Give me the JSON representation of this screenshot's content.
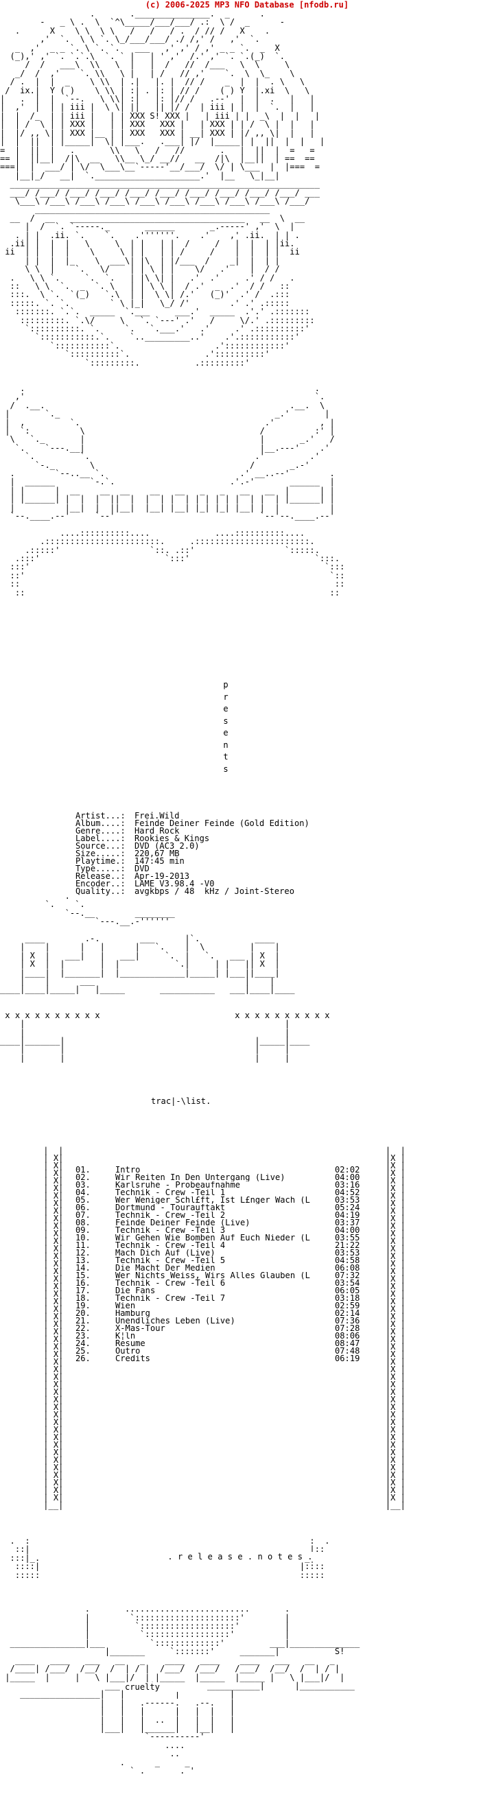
{
  "header": {
    "banner": "(c) 2006-2025 MP3 NFO Database [nfodb.ru]",
    "banner_color": "#cc0000"
  },
  "art": {
    "top": "                  .       ._______________.  _      .\n        -   _ \\ .  \\  `^\\_____/___/___/ .:  \\ /  _      -\n   .      X    \\ \\  \\ \\   /   /   / .  / // /   X    .\n        ,'  `.  \\ \\ `. \\_/___/___/ ./ /,' /   ,'  `.\n   _  ,'  _ _ `. \\ `. `.   ___   ,' ,' / ,' _ _ `.  _  X\n  (_),' ,' `. `.`.\\  `. ` |   | ' ,'  /.' ,' `. `.(_)  `.\n     /  /   ___\\  \\\\   \\  |   |  /   //  /___   \\  \\     \\\n   _/  /  ,'    `. \\\\   \\ |   | /   // ,'    `.  \\  \\_    \\\n  / .  |  |  _    \\ \\\\  | .|   |. |  // /    _  |  |  . \\   \\\n /  ix.|  Y ( )    \\ \\\\ | :| . |: | // /    ( ) Y  |.xi  \\   \\\n|   .  |  |  `--.   \\ \\\\| :|   |: |// /   .--'  |  |  .   |   |\n|  ,'  |  | | iii |  \\ \\| ||   || |/ /  | iii | |  |  `.  |   |\n|  |  /_  | | iii |   | | XXX S! XXX |   | iii | |  _\\  |  |   |\n|  | /  \\ | | XXX |   | | XXX   XXX |   | XXX | | /  \\ |  |   |\n|  |/ ,, \\| | XXX |__ | | XXX   XXX | __| XXX | |/ ,, \\|  |   |\n|  |  ||  | |_____|  \\| |___.   .___| |/  |_____| |  ||  |  |   |\n=  |  ||  |   .       \\\\   \\   /   //       .   |  ||  |  =   =\n== |  ||__|  /|\\  __   \\\\__ \\_/ __//   __  /|\\  |__||  | ==  ==\n===|  |  ___/ | \\/  \\___\\__`-----'__/___/  \\/ | \\___  |  |===  =\n   |__|_/   __|  `._____________________.'  |__   \\_|__|\n  ______________________________________________________________\n  ___/ /___/ /___/ /___/ /___/ /___/ /___/ /___/ /___/ /___/ ___\n   \\___\\ /___\\ /___\\ /___\\ /___\\ /___\\ /___\\ /___\\ /___\\ /___/\n       _______________________________________________\n  __  /  __   ___________________________________   __  \\  __\n     |  /  `. `-----._       ______       _.-----' ,'  \\  |\n   . | |  .ii. `.    `.    .'''''''.    .'    ,' .ii.  | | .\n  .ii| |  |  |   \\     \\  | |   | |  /     /   |  |  | |ii.\n ii  | |  |  |    \\     \\ | |   | | /     /    |  |  | |  ii\n     | |  |  |_    \\  ___\\| |\\  | |/___  /    _|  |  | |\n     \\ \\  |    `.   \\/    | | \\ | |    \\/   .'    |  / /\n  .   \\ \\ `.     `.  `.   | |\\ \\| |   .'  .'     .' / /   .\n  ::   \\ \\  `.  _  `. \\   | | \\ \\ |  / .'  _  .'  / /   ::\n  :::.  \\ `.  `(_)   `.\\  | |  \\ \\| /.'   (_)'  .' /  .:::\n  :::::. `. `.        ` \\ |_|   \\_/ /'        .' .' .:::::\n   :::::::. `.`.  _____  `.___     ___.'  _____  .'.' .:::::::\n    :::::::::. `.\\/     \\   `. `---' .'   /     \\/.' .:::::::::\n     `::::::::::. `.     `.   `.___.'   .'     .' .::::::::::'\n       `:::::::::::.`.    `.._________..'    .'.:::::::::::'\n          `:::::::::::`.                   .'::::::::::::'\n             `::::::::::`.               .'::::::::::'\n                 `:::::::::.           .:::::::::'\n\n\n    .                                                          .\n   ,'                                                          `.\n  /  .__.                                                 .__.  \\\n |       `._                                           _.'       |\n |  ,         `.                                     .'         , |\n |  `:          \\                                   /          :' |\n  \\   `._       |                                   |       _.'   /\n   `.    `---.__|                                   |__.---'    .'\n     `.         `.                                 .'         .'\n       `-._       \\                               /       _.-'\n  .        `--..__ `.                           .' __..--'        .\n  |  ______       `-.`.                       .'.-'       ______  |\n  | |      |  __    __  __    __   __   _   _   __   __  |      | |\n  | |______| |  |  |  ||  |  |  | |  | | | | | |  | |  | |______| |\n  |          |__|  |  ||__|  |__| |__| |_| |_| |__| |  |          |\n  `--.____.--'     `--'                             `--'--.____.--'\n\n            ....::::::::::....             ....::::::::::....\n        .:::::::::::::::::::::::.     .:::::::::::::::::::::::.\n     .:::::'                  `::. .::'                  `:::::.\n   .:::'                         `:::'                         `:::.\n  :::'                                                           `:::\n  ::'                                                             `::\n  ::                                                               ::\n   ::                                                             ::",
    "mid": "             .\n         `.    `.\n             `--.__        ________\n                   `---.__.-''''''\n\n     ____        .-.        ___      |`.           ____\n    |    |      |   |      |   `.    |  \\         |    |\n    | X  |   ___|   |   ___|     `.  |   `.   ___ | X  |\n    | X  |  |       |  |           `.|     | |   || X  |\n    |____|  |_______|  |_____________|_____| |___||____|\n    |    |      ___                              |    |\n____|____|_____|   |_____       ___________   ___|____|____\n\n\n x x x x x x x x x x                           x x x x x x x x x x\n    |                                                    |\n    |                                                    |\n____|_______|                                      |_____|____\n    |       |                                      |     |\n    |       |                                      |     |",
    "bottom": "  .  :                                                        :  .\n   ::|                                                        |::\n  :::|_.                                                    ._|:::\n   ::::|                                                    |::::\n   :::::                                                    :::::\n\n\n\n                 .       .........................       .\n                 |        `:::::::::::::::::::::'        |\n                 |         `:::::::::::::::::::'         |\n                 |          `:::::::::::::::::'          |\n  _______________|___         `:::::::::::::'         ___|______________\n                     |_______     `:::::::'     _______|           S!\n   ____   ____   ___   __   _    ____   ____    ____   ___   __   _\n  /____| /___/  /__/  /  | / |  /___/  /___/   /___/  /__/  /  | / |\n |_____  |     |   \\ |___|/  | |_____  |_____  |_____ |   \\ |___|/  |\n                     ___      |___   _______________|      |___________\n    ________________|   |          |          |\n                    |   |   .------.   .--.   |\n                    |   |   |      |   |  |   |\n                    |   |   |  ..  |   |  |   |\n                    |___|   |______|   |__|   |\n                             `----------'\n                                 ....\n                                  ..\n                        .      _     _\n                          ` .       . '"
  },
  "presents": [
    "p",
    "r",
    "e",
    "s",
    "e",
    "n",
    "t",
    "s"
  ],
  "info": {
    "rows": [
      {
        "label": "Artist...:",
        "value": "Frei.Wild"
      },
      {
        "label": "Album....:",
        "value": "Feinde Deiner Feinde (Gold Edition)"
      },
      {
        "label": "Genre....:",
        "value": "Hard Rock"
      },
      {
        "label": "Label....:",
        "value": "Rookies & Kings"
      },
      {
        "label": "Source...:",
        "value": "DVD (AC3 2.0)"
      },
      {
        "label": "Size.....:",
        "value": "220,67 MB"
      },
      {
        "label": "Playtime.:",
        "value": "147:45 min"
      },
      {
        "label": "Type.....:",
        "value": "DVD"
      },
      {
        "label": "Release..:",
        "value": "Apr-19-2013"
      },
      {
        "label": "Encoder..:",
        "value": "LAME V3.98.4 -V0"
      },
      {
        "label": "Quality..:",
        "value": "avgkbps / 48  kHz / Joint-Stereo"
      }
    ]
  },
  "tracklist": {
    "heading": "trac|-\\list.",
    "tracks": [
      {
        "num": "01.",
        "title": "Intro",
        "time": "02:02"
      },
      {
        "num": "02.",
        "title": "Wir Reiten In Den Untergang (Live)",
        "time": "04:00"
      },
      {
        "num": "03.",
        "title": "Karlsruhe - Probeaufnahme",
        "time": "03:16"
      },
      {
        "num": "04.",
        "title": "Technik - Crew -Teil 1",
        "time": "04:52"
      },
      {
        "num": "05.",
        "title": "Wer Weniger Schl£ft, Ist L£nger Wach (L",
        "time": "03:53"
      },
      {
        "num": "06.",
        "title": "Dortmund - Tourauftakt",
        "time": "05:24"
      },
      {
        "num": "07.",
        "title": "Technik - Crew -Teil 2",
        "time": "04:19"
      },
      {
        "num": "08.",
        "title": "Feinde Deiner Feinde (Live)",
        "time": "03:37"
      },
      {
        "num": "09.",
        "title": "Technik - Crew -Teil 3",
        "time": "04:00"
      },
      {
        "num": "10.",
        "title": "Wir Gehen Wie Bomben Auf Euch Nieder (L",
        "time": "03:55"
      },
      {
        "num": "11.",
        "title": "Technik - Crew -Teil 4",
        "time": "21:22"
      },
      {
        "num": "12.",
        "title": "Mach Dich Auf (Live)",
        "time": "03:53"
      },
      {
        "num": "13.",
        "title": "Technik - Crew -Teil 5",
        "time": "04:58"
      },
      {
        "num": "14.",
        "title": "Die Macht Der Medien",
        "time": "06:08"
      },
      {
        "num": "15.",
        "title": "Wer Nichts Weiss, Wirs Alles Glauben (L",
        "time": "07:32"
      },
      {
        "num": "16.",
        "title": "Technik - Crew -Teil 6",
        "time": "03:54"
      },
      {
        "num": "17.",
        "title": "Die Fans",
        "time": "06:05"
      },
      {
        "num": "18.",
        "title": "Technik - Crew -Teil 7",
        "time": "03:18"
      },
      {
        "num": "19.",
        "title": "Wien",
        "time": "02:59"
      },
      {
        "num": "20.",
        "title": "Hamburg",
        "time": "02:14"
      },
      {
        "num": "21.",
        "title": "Unendliches Leben (Live)",
        "time": "07:36"
      },
      {
        "num": "22.",
        "title": "X-Mas-Tour",
        "time": "07:28"
      },
      {
        "num": "23.",
        "title": "K¦ln",
        "time": "08:06"
      },
      {
        "num": "24.",
        "title": "Resume",
        "time": "08:47"
      },
      {
        "num": "25.",
        "title": "Outro",
        "time": "07:48"
      },
      {
        "num": "26.",
        "title": "Credits",
        "time": "06:19"
      }
    ],
    "frame_left": " |  |\n | X|\n | X|\n | X|\n | X|\n | X|\n | X|\n | X|\n | X|\n | X|\n | X|\n | X|\n | X|\n | X|\n | X|\n | X|\n | X|\n | X|\n | X|\n | X|\n | X|\n | X|\n | X|\n | X|\n | X|\n | X|\n | X|\n | X|\n | X|\n | X|\n | X|\n | X|\n | X|\n | X|\n | X|\n | X|\n | X|\n | X|\n | X|\n | X|\n | X|\n | X|\n | X|\n | X|\n | X|\n | X|\n | X|\n |__|",
    "frame_right": "   |  |\n   |X |\n   |X |\n   |X |\n   |X |\n   |X |\n   |X |\n   |X |\n   |X |\n   |X |\n   |X |\n   |X |\n   |X |\n   |X |\n   |X |\n   |X |\n   |X |\n   |X |\n   |X |\n   |X |\n   |X |\n   |X |\n   |X |\n   |X |\n   |X |\n   |X |\n   |X |\n   |X |\n   |X |\n   |X |\n   |X |\n   |X |\n   |X |\n   |X |\n   |X |\n   |X |\n   |X |\n   |X |\n   |X |\n   |X |\n   |X |\n   |X |\n   |X |\n   |X |\n   |X |\n   |X |\n   |X |\n   |__|"
  },
  "release_notes": ". r e l e a s e . n o t e s .",
  "footer_word": "cruelty"
}
